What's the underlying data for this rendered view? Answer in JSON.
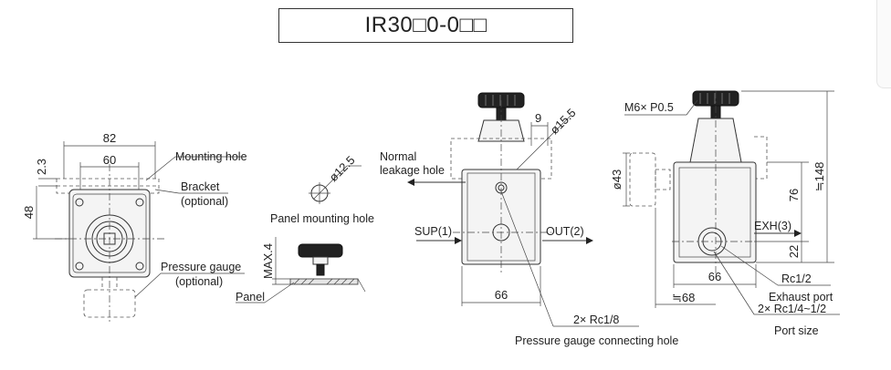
{
  "title": "IR30□0-0□□",
  "labels": {
    "mounting_hole": "Mounting hole",
    "bracket": "Bracket",
    "bracket_optional": "(optional)",
    "pressure_gauge": "Pressure gauge",
    "pressure_gauge_optional": "(optional)",
    "panel_mounting_hole": "Panel mounting hole",
    "panel": "Panel",
    "normal_leakage_1": "Normal",
    "normal_leakage_2": "leakage hole",
    "sup": "SUP(1)",
    "out": "OUT(2)",
    "exh": "EXH(3)",
    "rc18": "2× Rc1/8",
    "pressure_gauge_connecting_hole": "Pressure gauge connecting hole",
    "m6": "M6× P0.5",
    "rc12": "Rc1/2",
    "exhaust_port": "Exhaust port",
    "rc14_12": "2× Rc1/4~1/2",
    "port_size": "Port size"
  },
  "dims": {
    "d82": "82",
    "d60": "60",
    "d2_3": "2.3",
    "d48": "48",
    "d12_5": "ø12.5",
    "max4": "MAX.4",
    "d9": "9",
    "d15_5": "ø15.5",
    "d66a": "66",
    "d43": "ø43",
    "d148": "≒148",
    "d76": "76",
    "d22": "22",
    "d66b": "66",
    "d68": "≒68"
  }
}
